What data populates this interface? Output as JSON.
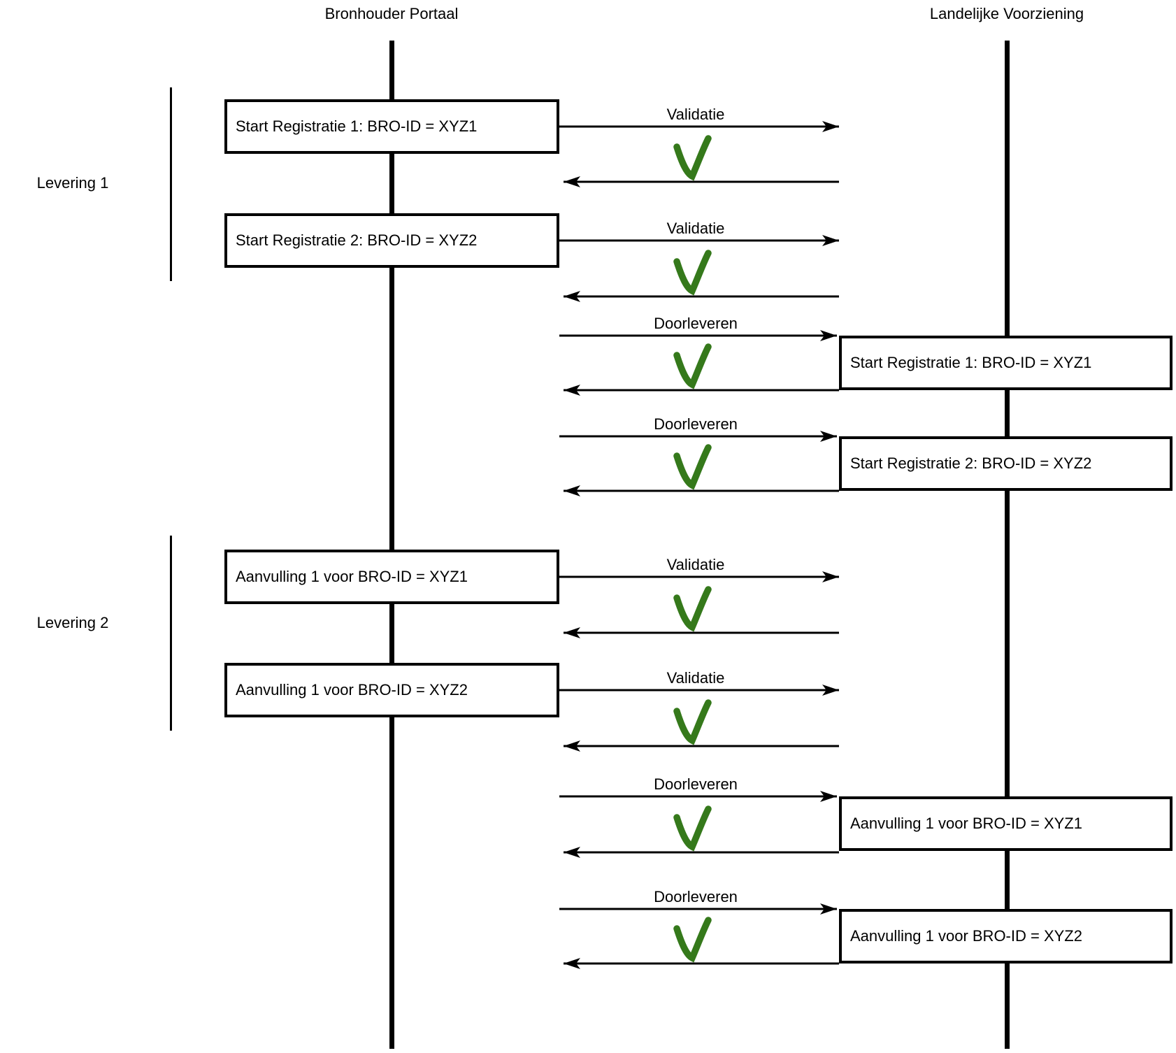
{
  "actors": {
    "left": "Bronhouder Portaal",
    "right": "Landelijke Voorziening"
  },
  "groups": [
    {
      "label": "Levering 1"
    },
    {
      "label": "Levering 2"
    }
  ],
  "exchanges": [
    {
      "arrow_label": "Validatie",
      "box_side": "left",
      "box_label": "Start Registratie 1: BRO-ID = XYZ1",
      "result_icon": "green-check"
    },
    {
      "arrow_label": "Validatie",
      "box_side": "left",
      "box_label": "Start Registratie 2: BRO-ID = XYZ2",
      "result_icon": "green-check"
    },
    {
      "arrow_label": "Doorleveren",
      "box_side": "right",
      "box_label": "Start Registratie 1: BRO-ID = XYZ1",
      "result_icon": "green-check"
    },
    {
      "arrow_label": "Doorleveren",
      "box_side": "right",
      "box_label": "Start Registratie 2: BRO-ID = XYZ2",
      "result_icon": "green-check"
    },
    {
      "arrow_label": "Validatie",
      "box_side": "left",
      "box_label": "Aanvulling 1 voor BRO-ID = XYZ1",
      "result_icon": "green-check"
    },
    {
      "arrow_label": "Validatie",
      "box_side": "left",
      "box_label": "Aanvulling 1 voor BRO-ID = XYZ2",
      "result_icon": "green-check"
    },
    {
      "arrow_label": "Doorleveren",
      "box_side": "right",
      "box_label": "Aanvulling 1 voor BRO-ID = XYZ1",
      "result_icon": "green-check"
    },
    {
      "arrow_label": "Doorleveren",
      "box_side": "right",
      "box_label": "Aanvulling 1 voor BRO-ID = XYZ2",
      "result_icon": "green-check"
    }
  ],
  "colors": {
    "line": "#000000",
    "check_green": "#35791B",
    "background": "#FFFFFF"
  }
}
